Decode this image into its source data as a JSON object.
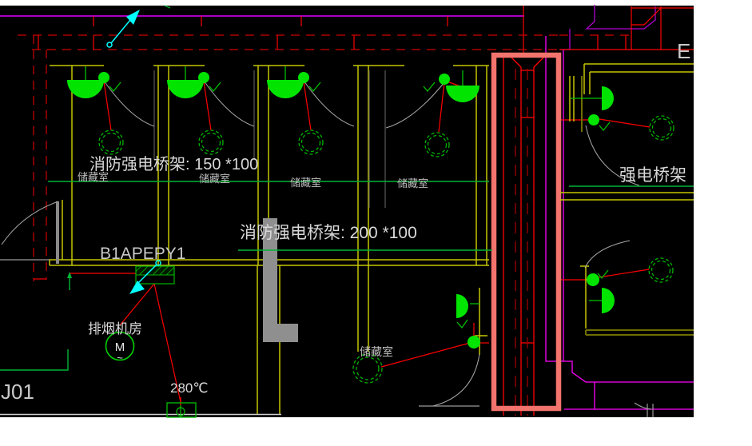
{
  "app": {
    "view": "cad-floor-plan-viewport"
  },
  "drawing": {
    "labels": {
      "fire_tray_150": "消防强电桥架: 150 *100",
      "fire_tray_200": "消防强电桥架: 200 *100",
      "power_tray": "强电桥架",
      "panel_id": "B1APEPY1",
      "smoke_exhaust_room": "排烟机房",
      "motor": "M",
      "motor_tilde": "~",
      "temperature": "280℃",
      "grid_ref": "J01",
      "grid_letter": "E",
      "storage_1": "储藏室",
      "storage_2": "储藏室",
      "storage_3": "储藏室",
      "storage_4": "储藏室",
      "storage_5": "储藏室"
    },
    "colors": {
      "background": "#ffffff",
      "canvas": "#000000",
      "wall_yellow": "#c6c600",
      "wall_olive": "#6e6e00",
      "fixture_green": "#00e400",
      "tray_green": "#00b437",
      "wiring_red": "#ff0000",
      "shaft_dark_red": "#a00000",
      "highlight_salmon": "#f3736d",
      "axis_magenta": "#e100ff",
      "magenta": "#ff00ff",
      "leader_cyan": "#00ffff",
      "text_gray": "#d9d9d9",
      "detail_gray": "#8f8f8f"
    },
    "symbols": [
      "ceiling-light",
      "wall-light",
      "detector-ring",
      "motor",
      "door-swing",
      "leader-arrow"
    ]
  }
}
